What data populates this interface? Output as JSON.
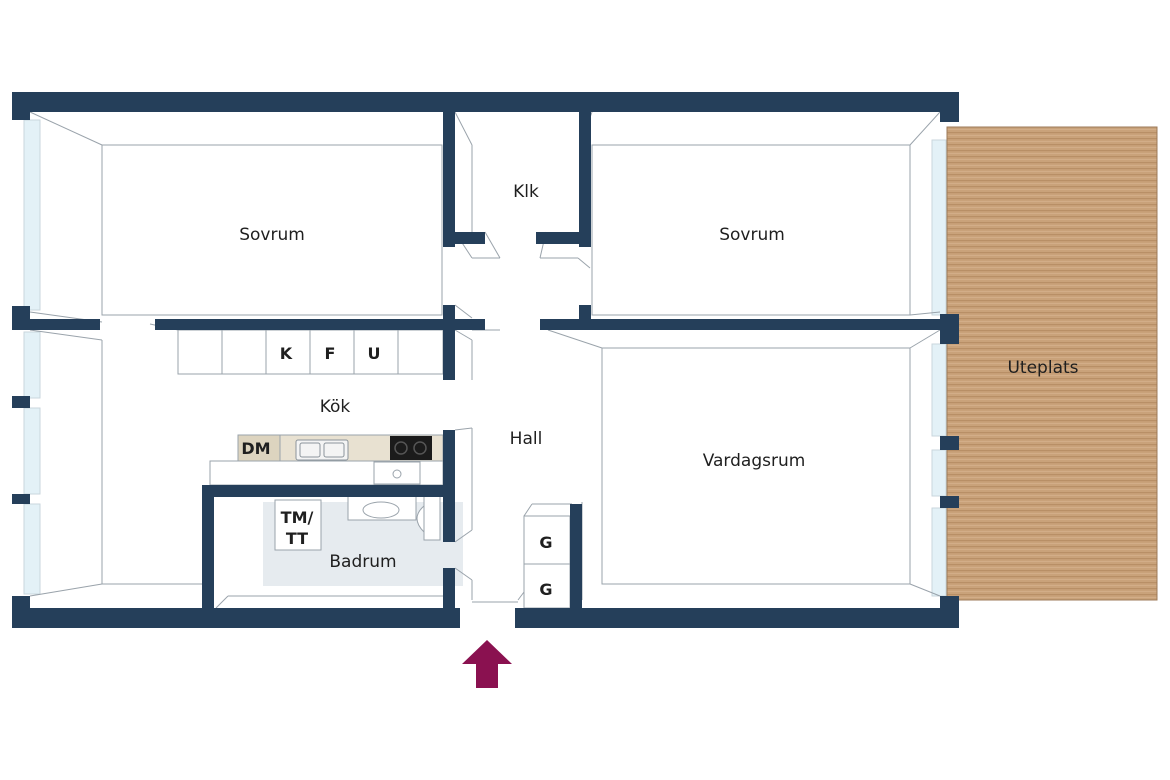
{
  "plan": {
    "rooms": {
      "sovrum_left": "Sovrum",
      "klk": "Klk",
      "sovrum_right": "Sovrum",
      "kok": "Kök",
      "hall": "Hall",
      "vardagsrum": "Vardagsrum",
      "badrum": "Badrum",
      "uteplats": "Uteplats"
    },
    "fixtures": {
      "k": "K",
      "f": "F",
      "u": "U",
      "dm": "DM",
      "tm_tt_line1": "TM/",
      "tm_tt_line2": "TT",
      "g_upper": "G",
      "g_lower": "G"
    },
    "colors": {
      "wall": "#253f5a",
      "deck": "#c9a27a",
      "entrance_arrow": "#8a1150",
      "bathroom_floor": "#e6ebef"
    }
  }
}
